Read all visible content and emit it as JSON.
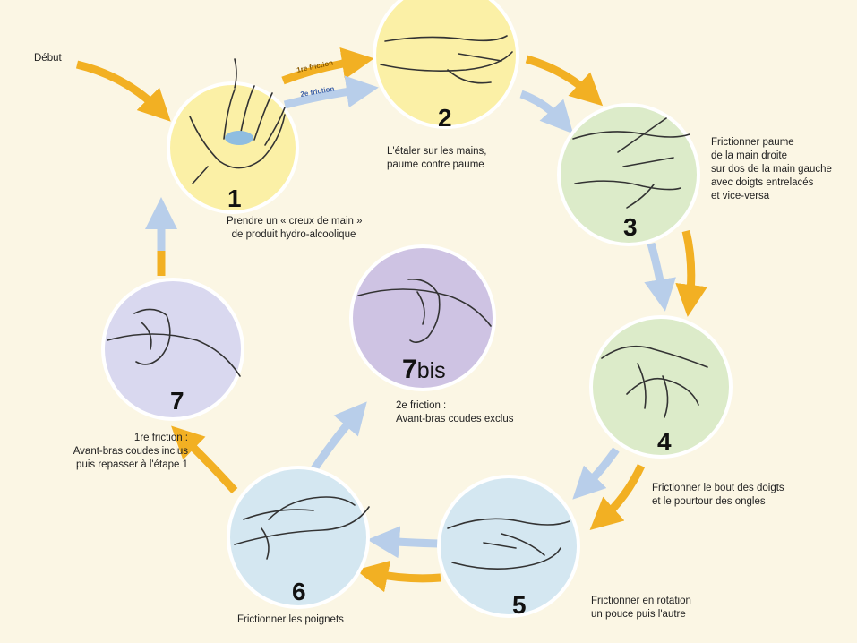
{
  "start_label": "Début",
  "friction1_label": "1re friction",
  "friction2_label": "2e friction",
  "colors": {
    "background": "#fbf6e4",
    "arrow_orange": "#f2b023",
    "arrow_blue": "#b8ceea",
    "step_yellow": "#fbf0a6",
    "step_green": "#dcebc9",
    "step_lightblue": "#d4e7f1",
    "step_lavender": "#d9d8ef",
    "step_purple": "#cec3e3",
    "step_border": "#ffffff"
  },
  "steps": [
    {
      "id": "1",
      "number": "1",
      "caption": [
        "Prendre un « creux de main »",
        "de produit hydro-alcoolique"
      ]
    },
    {
      "id": "2",
      "number": "2",
      "caption": [
        "L'étaler sur les mains,",
        "paume contre paume"
      ]
    },
    {
      "id": "3",
      "number": "3",
      "caption": [
        "Frictionner paume",
        "de la main droite",
        "sur dos de la main gauche",
        "avec doigts entrelacés",
        "et vice-versa"
      ]
    },
    {
      "id": "4",
      "number": "4",
      "caption": [
        "Frictionner le bout des doigts",
        "et le pourtour des ongles"
      ]
    },
    {
      "id": "5",
      "number": "5",
      "caption": [
        "Frictionner en rotation",
        "un pouce puis l'autre"
      ]
    },
    {
      "id": "6",
      "number": "6",
      "caption": [
        "Frictionner les poignets"
      ]
    },
    {
      "id": "7",
      "number": "7",
      "caption": [
        "1re friction :",
        "Avant-bras coudes inclus",
        "puis repasser à l'étape 1"
      ]
    },
    {
      "id": "7bis",
      "number": "7",
      "number_suffix": "bis",
      "caption": [
        "2e friction :",
        "Avant-bras coudes exclus"
      ]
    }
  ]
}
